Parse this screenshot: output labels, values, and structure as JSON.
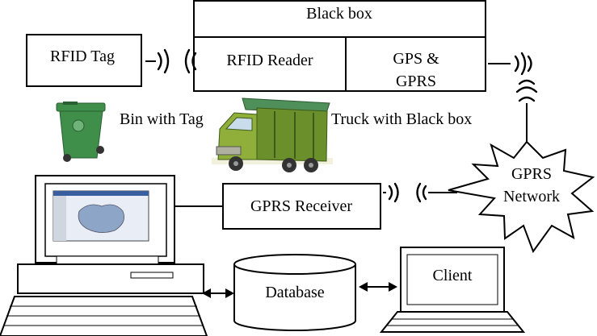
{
  "labels": {
    "black_box": "Black box",
    "rfid_tag": "RFID Tag",
    "rfid_reader": "RFID Reader",
    "gps_line1": "GPS &",
    "gps_line2": "GPRS",
    "bin_with_tag": "Bin with Tag",
    "truck_with_black_box": "Truck with Black box",
    "gprs_receiver": "GPRS Receiver",
    "gprs_network_line1": "GPRS",
    "gprs_network_line2": "Network",
    "database": "Database",
    "client": "Client"
  },
  "colors": {
    "bin_green": "#3f8f4a",
    "truck_green": "#6b8f2a",
    "truck_cab": "#8fae3a",
    "screen_blue": "#8da6c8"
  }
}
